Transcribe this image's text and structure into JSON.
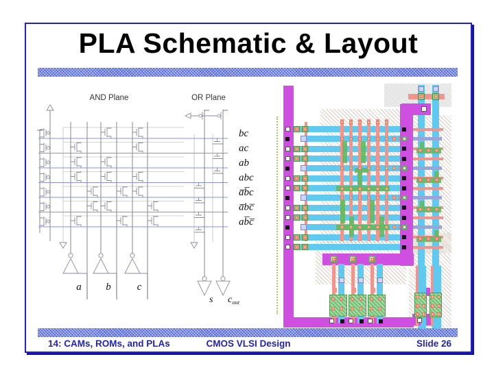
{
  "slide": {
    "title": "PLA Schematic & Layout",
    "footer": {
      "left": "14: CAMs, ROMs, and PLAs",
      "center": "CMOS VLSI Design",
      "right": "Slide 26"
    }
  },
  "schematic": {
    "and_plane_label": "AND Plane",
    "or_plane_label": "OR Plane",
    "input_labels": [
      "a",
      "b",
      "c"
    ],
    "output_labels": [
      {
        "base": "s",
        "sub": ""
      },
      {
        "base": "c",
        "sub": "out"
      }
    ],
    "rows": [
      {
        "label": "bc",
        "and_cols": [
          2,
          4
        ],
        "or": "cout"
      },
      {
        "label": "ac",
        "and_cols": [
          0,
          4
        ],
        "or": "cout"
      },
      {
        "label": "ab",
        "and_cols": [
          0,
          2
        ],
        "or": "cout"
      },
      {
        "label": "abc",
        "and_cols": [
          0,
          2,
          4
        ],
        "or": "s"
      },
      {
        "label": "a̅b̅c",
        "and_cols": [
          1,
          3,
          4
        ],
        "or": "s"
      },
      {
        "label": "a̅bc̅",
        "and_cols": [
          1,
          2,
          5
        ],
        "or": "s"
      },
      {
        "label": "ab̅c̅",
        "and_cols": [
          0,
          3,
          5
        ],
        "or": "s"
      }
    ]
  },
  "colors": {
    "border_blue": "#2121cc",
    "bar_periwinkle": "#7b8ce4",
    "footer_text_blue": "#2222bb",
    "title_text": "#000000",
    "layout_metal2_magenta": "#cf4fe0",
    "layout_metal1_cyan": "#5fc9ef",
    "layout_poly_pink": "#f2948e",
    "layout_diffusion_green": "#5cb85e",
    "layout_hatch_tan": "#b08d6e",
    "schematic_row_blue": "#8a90e0"
  }
}
